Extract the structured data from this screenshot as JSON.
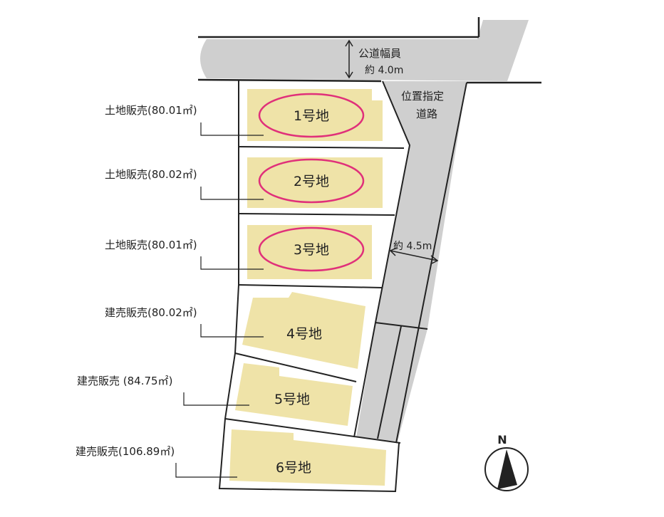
{
  "road_top": {
    "name": "公道幅員",
    "width": "約 4.0m"
  },
  "road_side": {
    "name_line1": "位置指定",
    "name_line2": "道路",
    "width": "約 4.5m"
  },
  "north": {
    "label": "N"
  },
  "lots": [
    {
      "name": "1号地",
      "sale": "土地販売(80.01㎡)",
      "circled": true
    },
    {
      "name": "2号地",
      "sale": "土地販売(80.02㎡)",
      "circled": true
    },
    {
      "name": "3号地",
      "sale": "土地販売(80.01㎡)",
      "circled": true
    },
    {
      "name": "4号地",
      "sale": "建売販売(80.02㎡)",
      "circled": false
    },
    {
      "name": "5号地",
      "sale": "建売販売 (84.75㎡)",
      "circled": false
    },
    {
      "name": "6号地",
      "sale": "建売販売(106.89㎡)",
      "circled": false
    }
  ],
  "colors": {
    "road": "#cfcfcf",
    "building": "#efe3a8",
    "circle": "#e0307a",
    "line": "#222222"
  }
}
